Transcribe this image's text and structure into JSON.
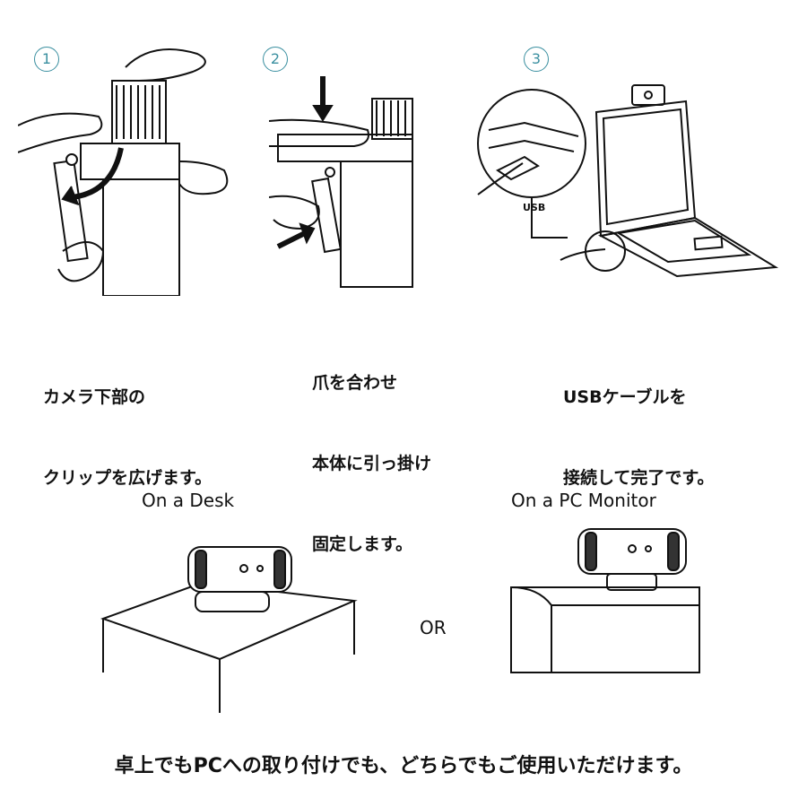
{
  "steps": [
    {
      "number": "1",
      "caption_line1": "カメラ下部の",
      "caption_line2": "クリップを広げます。"
    },
    {
      "number": "2",
      "caption_line1": "爪を合わせ",
      "caption_line2": "本体に引っ掛け",
      "caption_line3": "固定します。"
    },
    {
      "number": "3",
      "caption_line1": "USBケーブルを",
      "caption_line2": "接続して完了です。",
      "usb_label": "USB"
    }
  ],
  "placement": {
    "desk_label": "On a Desk",
    "monitor_label": "On a PC Monitor",
    "or_label": "OR"
  },
  "footer": "卓上でもPCへの取り付けでも、どちらでもご使用いただけます。",
  "colors": {
    "step_number": "#3a8fa0"
  }
}
